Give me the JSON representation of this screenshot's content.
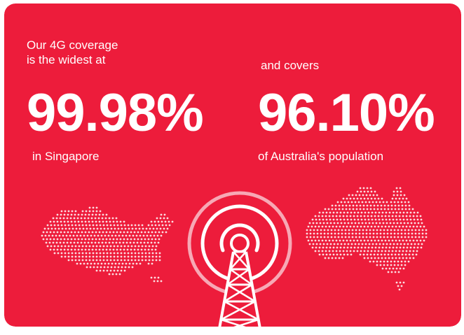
{
  "colors": {
    "background": "#ED1C3B",
    "foreground": "#FFFFFF",
    "ring": "#F7A8B5"
  },
  "left_stat": {
    "intro_line1": "Our 4G coverage",
    "intro_line2": "is the widest at",
    "value": "99.98%",
    "caption": "in Singapore"
  },
  "right_stat": {
    "intro": "and covers",
    "value": "96.10%",
    "caption": "of Australia's population"
  },
  "illustrations": [
    "singapore-map-icon",
    "cell-tower-icon",
    "australia-map-icon"
  ]
}
